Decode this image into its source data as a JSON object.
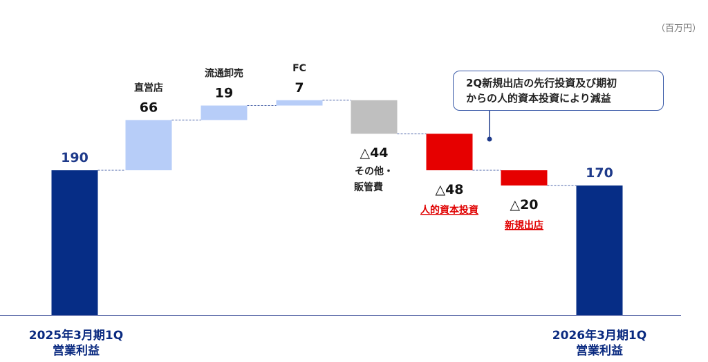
{
  "chart_data": {
    "type": "waterfall",
    "unit": "（百万円）",
    "ylim": [
      0,
      290
    ],
    "bars": [
      {
        "label": "2025年3月期1Q",
        "label2": "営業利益",
        "value": 190,
        "value_text": "190",
        "kind": "total",
        "color": "#062d86"
      },
      {
        "label": "直営店",
        "value": 66,
        "value_text": "66",
        "kind": "increase",
        "color": "#b7cdf8"
      },
      {
        "label": "流通卸売",
        "value": 19,
        "value_text": "19",
        "kind": "increase",
        "color": "#b7cdf8"
      },
      {
        "label": "FC",
        "value": 7,
        "value_text": "7",
        "kind": "increase",
        "color": "#b7cdf8"
      },
      {
        "label": "その他・",
        "label2": "販管費",
        "value": -44,
        "value_text": "△44",
        "kind": "decrease",
        "color": "#bfbfbf"
      },
      {
        "label": "人的資本投資",
        "value": -48,
        "value_text": "△48",
        "kind": "decrease",
        "color": "#e60000"
      },
      {
        "label": "新規出店",
        "value": -20,
        "value_text": "△20",
        "kind": "decrease",
        "color": "#e60000"
      },
      {
        "label": "2026年3月期1Q",
        "label2": "営業利益",
        "value": 170,
        "value_text": "170",
        "kind": "total",
        "color": "#062d86"
      }
    ],
    "annotation": {
      "line1": "2Q新規出店の先行投資及び期初",
      "line2": "からの人的資本投資により減益"
    }
  }
}
